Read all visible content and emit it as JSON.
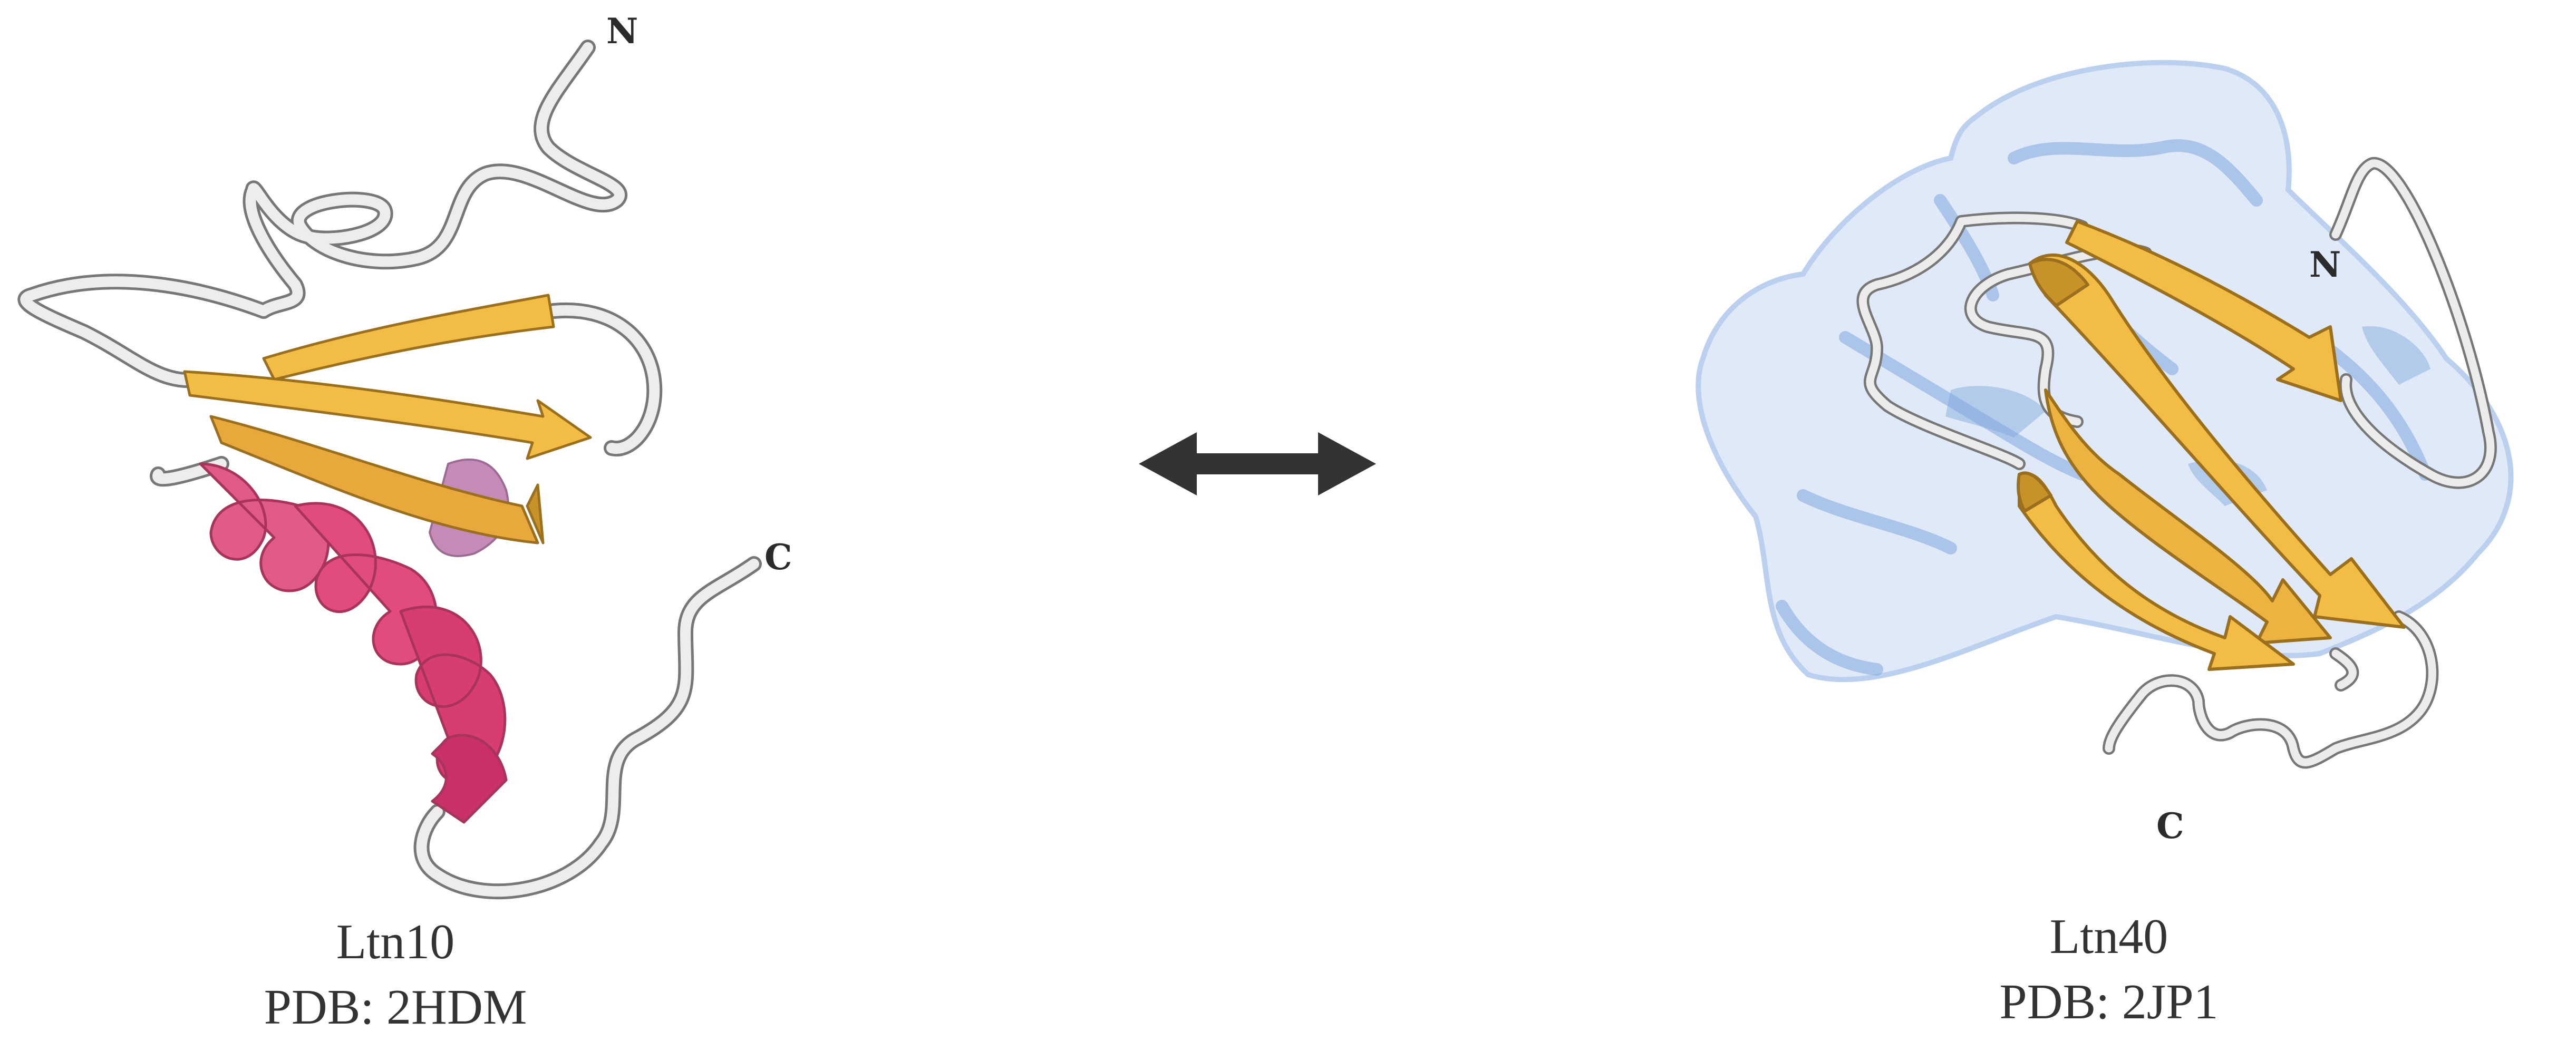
{
  "left_structure": {
    "name": "Ltn10",
    "pdb": "PDB: 2HDM",
    "n_terminus": "N",
    "c_terminus": "C"
  },
  "right_structure": {
    "name": "Ltn40",
    "pdb": "PDB: 2JP1",
    "n_terminus": "N",
    "c_terminus": "C"
  },
  "colors": {
    "strand": "#F2BC45",
    "strand_dark": "#C8922A",
    "helix": "#E14B7F",
    "helix_back": "#C48BB7",
    "coil": "#E6E6E6",
    "surface": "#C9DAF2",
    "surface_edge": "#7FA6DC",
    "arrow": "#333333",
    "text": "#333333"
  }
}
